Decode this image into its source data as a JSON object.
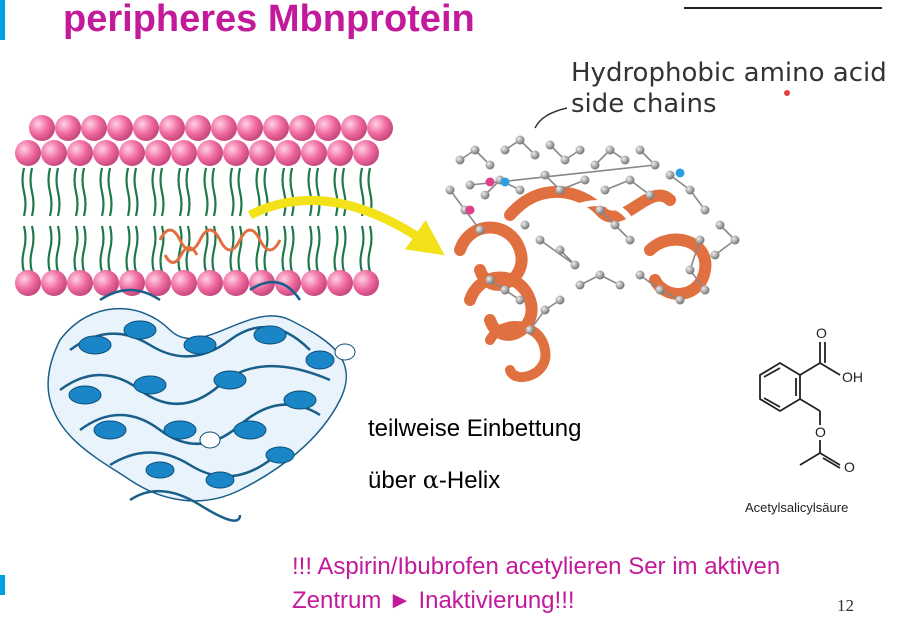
{
  "slide": {
    "title": "peripheres Mbnprotein",
    "hydrophobic_label_line1": "Hydrophobic amino acid",
    "hydrophobic_label_line2": "side chains",
    "embedding_text": "teilweise Einbettung",
    "helix_prefix": "über ",
    "helix_alpha": "α",
    "helix_suffix": "-Helix",
    "bottom_line1": "!!! Aspirin/Ibubrofen acetylieren Ser im aktiven",
    "bottom_line2": "Zentrum ► Inaktivierung!!!",
    "page_number": "12"
  },
  "molecule": {
    "name": "Acetylsalicylsäure",
    "label_oh": "OH",
    "label_o1": "O",
    "label_o2": "O",
    "label_o3": "O"
  },
  "colors": {
    "title": "#c21a9a",
    "lipid_head": "#f06aa0",
    "lipid_tail": "#1f7a4a",
    "protein_blue": "#1a86c8",
    "helix_orange": "#f08a5a",
    "arrow_yellow": "#f5e642",
    "accent_bar": "#00a0e0"
  }
}
